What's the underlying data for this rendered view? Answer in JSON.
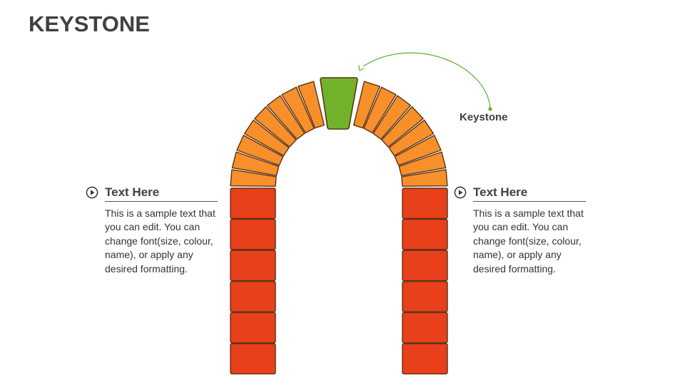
{
  "slide": {
    "title": "KEYSTONE",
    "callout_label": "Keystone"
  },
  "text_blocks": [
    {
      "icon": "play-circle-icon",
      "heading": "Text Here",
      "body": "This is a sample text that you can edit. You can change font(size, colour, name), or apply any desired formatting."
    },
    {
      "icon": "play-circle-icon",
      "heading": "Text Here",
      "body": "This is a sample text that you can edit. You can change font(size, colour, name), or apply any desired formatting."
    }
  ],
  "colors": {
    "pillar_brick": "#E8401A",
    "arch_voussoir": "#F7902B",
    "keystone": "#72B22A",
    "stroke": "#5a3216",
    "arrow": "#5DAF34",
    "title_text": "#404040"
  }
}
